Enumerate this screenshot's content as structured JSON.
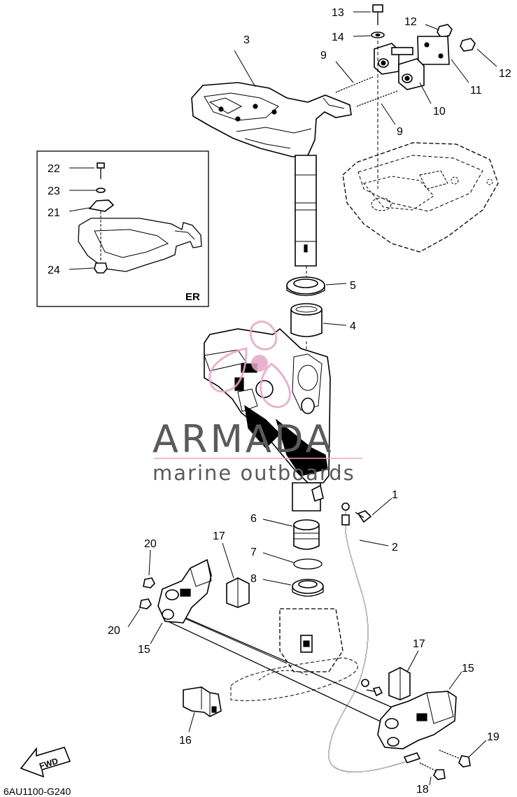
{
  "watermark": {
    "brand": "ARMADA",
    "tagline": "marine outboards",
    "logo_color": "#e7a5c5",
    "text_color": "#5a5a5a"
  },
  "inset": {
    "label": "ER",
    "callouts": {
      "c22": "22",
      "c23": "23",
      "c21": "21",
      "c24": "24"
    }
  },
  "callouts": {
    "c13": "13",
    "c14": "14",
    "c12a": "12",
    "c12b": "12",
    "c3": "3",
    "c9a": "9",
    "c9b": "9",
    "c11": "11",
    "c10": "10",
    "c5": "5",
    "c4": "4",
    "c1": "1",
    "c2": "2",
    "c6": "6",
    "c7": "7",
    "c8": "8",
    "c17a": "17",
    "c17b": "17",
    "c20a": "20",
    "c20b": "20",
    "c15a": "15",
    "c15b": "15",
    "c16": "16",
    "c19": "19",
    "c18": "18"
  },
  "fwd_label": "FWD",
  "drawing_code": "6AU1100-G240"
}
